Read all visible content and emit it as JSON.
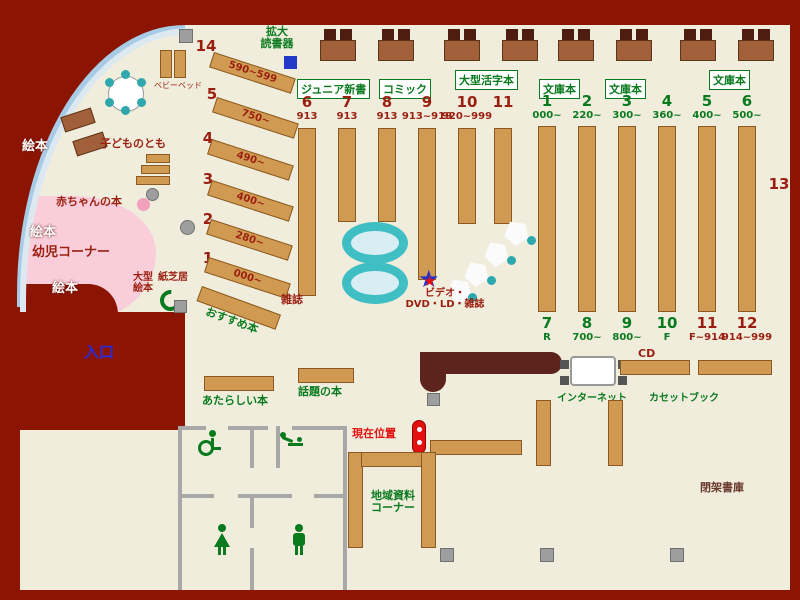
{
  "colors": {
    "background": "#8c1403",
    "floor": "#f0eddd",
    "shelf": "#d09a52",
    "wall_gray": "#a8a8a8",
    "pink_area": "#f9cdd9",
    "teal": "#3fbfc4",
    "green_text": "#0a7a1e",
    "dark_red_text": "#9b1f10",
    "blue_text": "#2a2ae0",
    "counter_brown": "#5c241c",
    "marker_red": "#e31010"
  },
  "icons": {
    "star": "★"
  },
  "section_labels": [
    {
      "text": "ジュニア新書"
    },
    {
      "text": "コミック"
    },
    {
      "text": "大型活字本"
    },
    {
      "text": "文庫本"
    },
    {
      "text": "文庫本"
    },
    {
      "text": "文庫本"
    }
  ],
  "left_shelves": [
    {
      "num": "14",
      "range": "590~599"
    },
    {
      "num": "5",
      "range": "750~"
    },
    {
      "num": "4",
      "range": "490~"
    },
    {
      "num": "3",
      "range": "400~"
    },
    {
      "num": "2",
      "range": "280~"
    },
    {
      "num": "1",
      "range": "000~"
    }
  ],
  "columns_left": [
    {
      "num": "6",
      "sub": "913"
    },
    {
      "num": "7",
      "sub": "913"
    },
    {
      "num": "8",
      "sub": "913"
    },
    {
      "num": "9",
      "sub": "913~919"
    },
    {
      "num": "10",
      "sub": "920~999"
    },
    {
      "num": "11",
      "sub": ""
    }
  ],
  "columns_right": [
    {
      "num": "1",
      "sub": "000~"
    },
    {
      "num": "2",
      "sub": "220~"
    },
    {
      "num": "3",
      "sub": "300~"
    },
    {
      "num": "4",
      "sub": "360~"
    },
    {
      "num": "5",
      "sub": "400~"
    },
    {
      "num": "6",
      "sub": "500~"
    }
  ],
  "bottom_rows": [
    {
      "num": "7",
      "sub": "R"
    },
    {
      "num": "8",
      "sub": "700~"
    },
    {
      "num": "9",
      "sub": "800~"
    },
    {
      "num": "10",
      "sub": "F"
    },
    {
      "num": "11",
      "sub": "F~914"
    },
    {
      "num": "12",
      "sub": "914~999"
    }
  ],
  "labels": {
    "kakudai1": "拡大",
    "kakudai2": "読書器",
    "ehon": "絵本",
    "kodomo_no_tomo": "子どものとも",
    "akachan_no_hon": "赤ちゃんの本",
    "youji_corner": "幼児コーナー",
    "baby_bed": "ベビーベッド",
    "oogata1": "大型",
    "oogata2": "絵本",
    "kamishibai": "紙芝居",
    "osusume": "おすすめ本",
    "zasshi": "雑誌",
    "video1": "ビデオ・",
    "video2": "DVD・LD・雑誌",
    "entrance": "入口",
    "atarashii": "あたらしい本",
    "wadai": "話題の本",
    "genzai": "現在位置",
    "chiiki1": "地域資料",
    "chiiki2": "コーナー",
    "internet": "インターネット",
    "cd": "CD",
    "cassette": "カセットブック",
    "heika": "閉架書庫",
    "shelf13": "13"
  }
}
